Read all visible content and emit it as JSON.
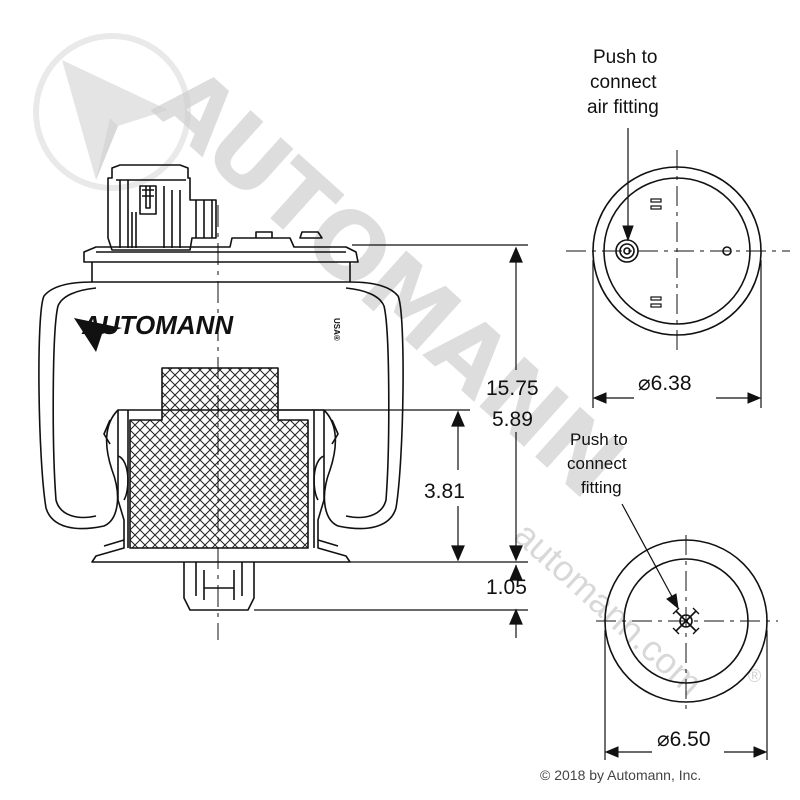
{
  "watermark": {
    "brand": "AUTOMANN",
    "url": "automann.com",
    "registered_mark": "®"
  },
  "logo": {
    "text": "AUTOMANN",
    "suffix": "USA®"
  },
  "callouts": {
    "air_fitting": [
      "Push to",
      "connect",
      "air fitting"
    ],
    "fitting": [
      "Push to",
      "connect",
      "fitting"
    ]
  },
  "dimensions": {
    "overall_height": "15.75",
    "piston_height": "5.89",
    "inner_height": "3.81",
    "stud_length": "1.05",
    "top_diameter": "⌀6.38",
    "bottom_diameter": "⌀6.50"
  },
  "copyright": "© 2018 by Automann, Inc."
}
